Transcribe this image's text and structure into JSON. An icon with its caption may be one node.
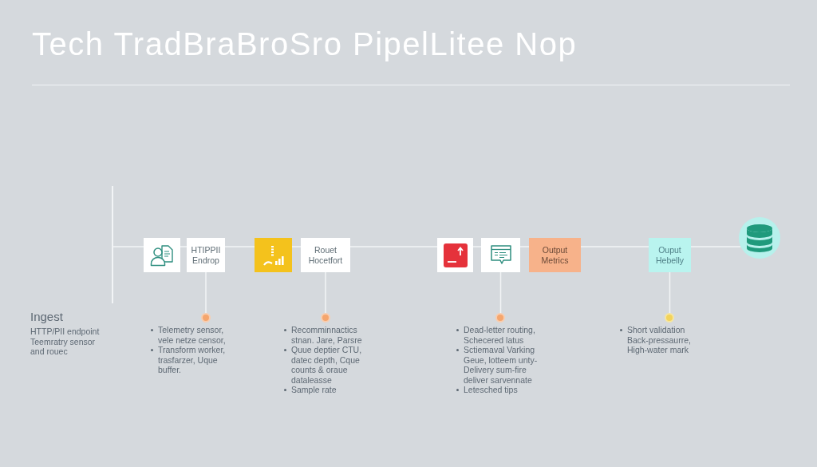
{
  "diagram": {
    "title": "Tech TradBraBroSro PipelLitee Nop",
    "nodes": [
      {
        "text": [],
        "shape": "box"
      },
      {
        "text": [
          "HTIPPII Endrop"
        ]
      },
      {
        "text": [],
        "shape": "box"
      },
      {
        "text": [
          "Rouet Hocetfort"
        ]
      },
      {
        "text": [],
        "shape": "box"
      },
      {
        "text": [],
        "shape": "box"
      },
      {
        "text": [
          "Output Metrics"
        ]
      },
      {
        "text": [
          "Ouput Hebelly"
        ]
      },
      {
        "text": [],
        "shape": "cylinder"
      },
      {
        "text": [],
        "shape": "circle",
        "beside": [
          "Telemetry sensor, vele netze censor,",
          "Transform worker, trasfarzer, Uque buffer."
        ]
      },
      {
        "text": [],
        "shape": "circle",
        "beside": [
          "Recomminnactics stnan. Jare, Parsre",
          "Quue deptier CTU, datec depth, Cque counts & oraue dataleasse",
          "Sample rate"
        ]
      },
      {
        "text": [],
        "shape": "circle",
        "beside": [
          "Dead-letter routing, Schecered latus",
          "Sctiemaval Varking Geue, lotteem unty- Delivery sum-fire deliver sarvennate",
          "Letesched tips"
        ]
      },
      {
        "text": [],
        "shape": "circle",
        "beside": [
          "Short validation Back-pressaurre, High-water mark"
        ]
      }
    ],
    "edges": [
      {
        "from": null,
        "to": 0,
        "arrow": "none"
      },
      {
        "from": 0,
        "to": 1,
        "arrow": "none"
      },
      {
        "from": 1,
        "to": 2,
        "arrow": "none"
      },
      {
        "from": 2,
        "to": 3,
        "arrow": "none"
      },
      {
        "from": 3,
        "to": 4,
        "arrow": "none"
      },
      {
        "from": 4,
        "to": 5,
        "arrow": "none"
      },
      {
        "from": 5,
        "to": 6,
        "arrow": "none"
      },
      {
        "from": 6,
        "to": 7,
        "arrow": "none"
      },
      {
        "from": 7,
        "to": 8,
        "arrow": "none"
      },
      {
        "from": 1,
        "to": 9,
        "arrow": "none"
      },
      {
        "from": 3,
        "to": 10,
        "arrow": "none"
      },
      {
        "from": 5,
        "to": 11,
        "arrow": "none"
      },
      {
        "from": 7,
        "to": 12,
        "arrow": "none"
      }
    ],
    "labels": [
      "Ingest",
      "HTTP/PII endpoint Teemratry sensor and rouec"
    ]
  }
}
